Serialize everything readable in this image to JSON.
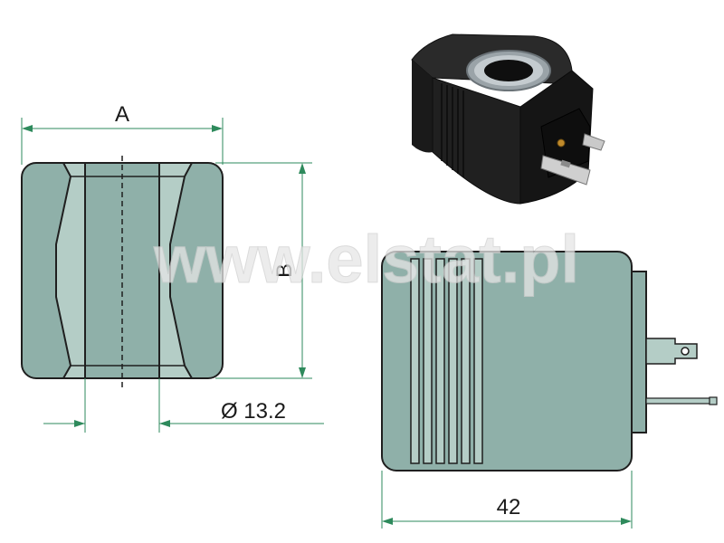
{
  "dimensions": {
    "width_label": "A",
    "height_label": "B",
    "bore_label": "Ø 13.2",
    "length_label": "42"
  },
  "watermark": "www.elstat.pl",
  "colors": {
    "body": "#8fb0a9",
    "bore": "#b4cdc6",
    "line": "#1f1f1f",
    "dimension_line": "#2e8a5c"
  }
}
